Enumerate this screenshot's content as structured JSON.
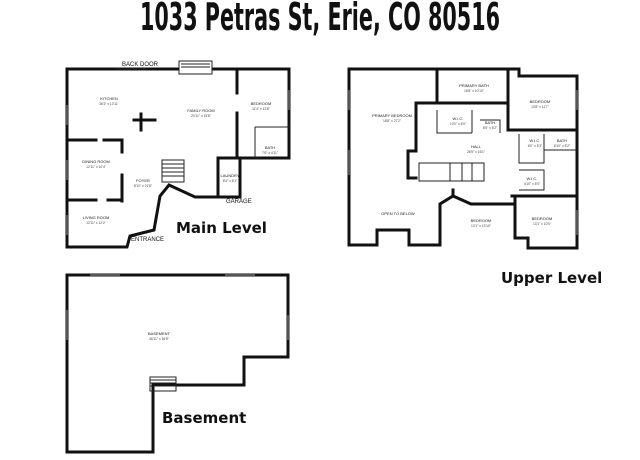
{
  "title": "1033 Petras St, Erie, CO  80516",
  "levels": {
    "main": "Main Level",
    "upper": "Upper Level",
    "basement": "Basement"
  },
  "labels": {
    "back_door": "BACK DOOR",
    "garage": "GARAGE",
    "entrance": "ENTRANCE",
    "open_to_below": "OPEN TO BELOW"
  },
  "main_rooms": {
    "kitchen": {
      "name": "KITCHEN",
      "dim": "36'3\" x 13'11\""
    },
    "family": {
      "name": "FAMILY ROOM",
      "dim": "20'11\" x 15'8\""
    },
    "bedroom": {
      "name": "BEDROOM",
      "dim": "11'4\" x 13'8\""
    },
    "bath": {
      "name": "BATH",
      "dim": "7'6\" x 4'11\""
    },
    "dining": {
      "name": "DINING ROOM",
      "dim": "12'11\" x 10'4\""
    },
    "foyer": {
      "name": "FOYER",
      "dim": "8'10\" x 21'8\""
    },
    "laundry": {
      "name": "LAUNDRY",
      "dim": "8'4\" x 6'1\""
    },
    "living": {
      "name": "LIVING ROOM",
      "dim": "12'11\" x 12'2\""
    }
  },
  "upper_rooms": {
    "primary_bath": {
      "name": "PRIMARY BATH",
      "dim": "18'8\" x 10'10\""
    },
    "primary_bedroom": {
      "name": "PRIMARY BEDROOM",
      "dim": "18'8\" x 27'2\""
    },
    "wic1": {
      "name": "W.I.C.",
      "dim": "10'0\" x 6'0\""
    },
    "bath1": {
      "name": "BATH",
      "dim": "8'5\" x 5'2\""
    },
    "bedroom1": {
      "name": "BEDROOM",
      "dim": "13'8\" x 11'7\""
    },
    "hall": {
      "name": "HALL",
      "dim": "26'5\" x 16'1\""
    },
    "wic2": {
      "name": "W.I.C.",
      "dim": "6'0\" x 5'3\""
    },
    "bath2": {
      "name": "BATH",
      "dim": "8'10\" x 8'2\""
    },
    "wic3": {
      "name": "W.I.C.",
      "dim": "4'10\" x 5'0\""
    },
    "bedroom2": {
      "name": "BEDROOM",
      "dim": "13'1\" x 13'10\""
    },
    "bedroom3": {
      "name": "BEDROOM",
      "dim": "13'1\" x 10'0\""
    }
  },
  "basement_rooms": {
    "basement": {
      "name": "BASEMENT",
      "dim": "46'11\" x 36'8\""
    }
  }
}
